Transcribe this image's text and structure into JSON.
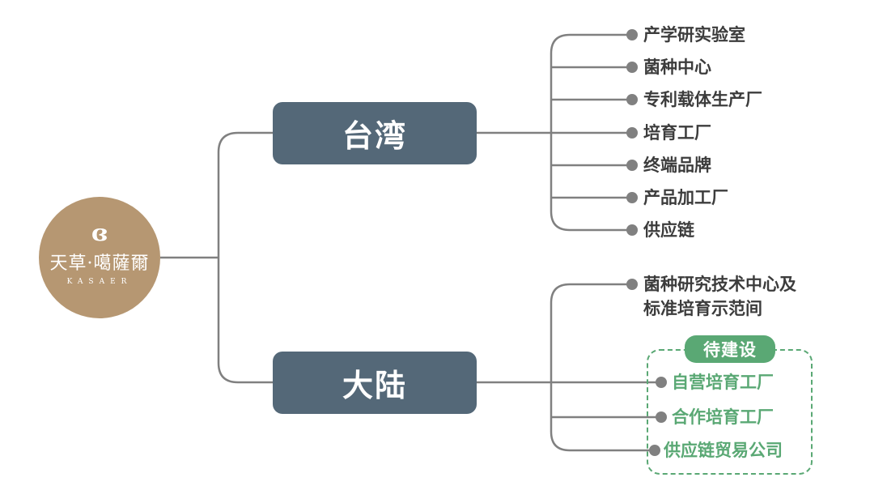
{
  "root": {
    "logo_icon": "swan-logo-icon",
    "name_cn": "天草·噶薩爾",
    "name_en": "KASAER",
    "color": "#b69772"
  },
  "branches": [
    {
      "label": "台湾",
      "children": [
        {
          "label": "产学研实验室"
        },
        {
          "label": "菌种中心"
        },
        {
          "label": "专利载体生产厂"
        },
        {
          "label": "培育工厂"
        },
        {
          "label": "终端品牌"
        },
        {
          "label": "产品加工厂"
        },
        {
          "label": "供应链"
        }
      ]
    },
    {
      "label": "大陆",
      "children": [
        {
          "label_line1": "菌种研究技术中心及",
          "label_line2": "标准培育示范间"
        }
      ],
      "pending_group": {
        "badge": "待建设",
        "children": [
          {
            "label": "自营培育工厂"
          },
          {
            "label": "合作培育工厂"
          },
          {
            "label": "供应链贸易公司"
          }
        ]
      }
    }
  ],
  "colors": {
    "branch_fill": "#546878",
    "connector": "#808080",
    "pending_green": "#5aa874",
    "leaf_text": "#3c3c3c"
  }
}
